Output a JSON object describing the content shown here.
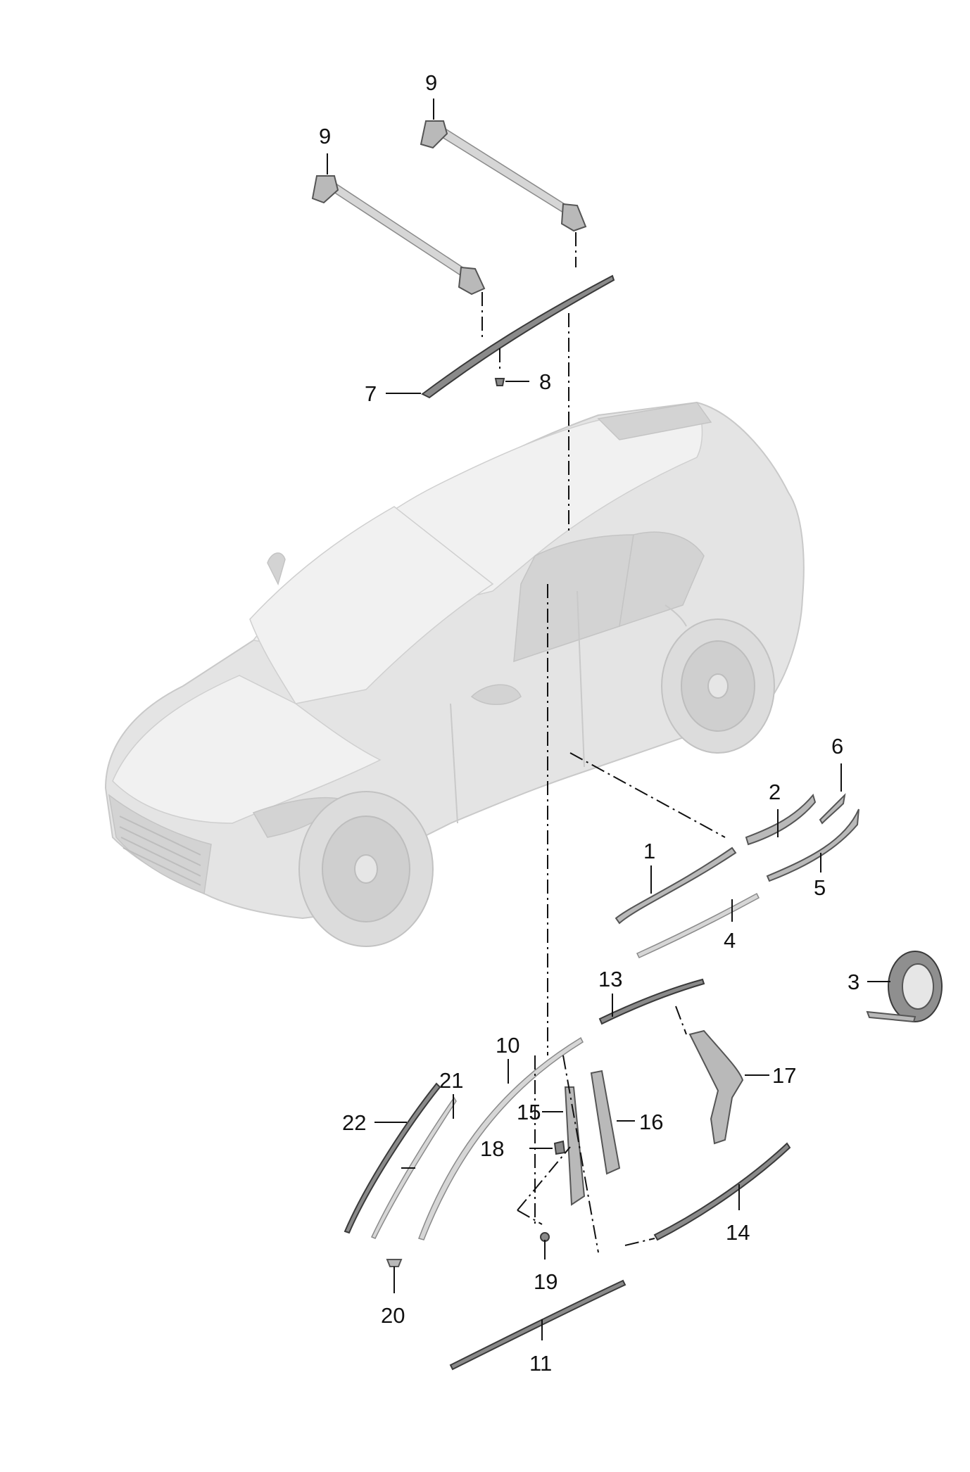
{
  "callouts": [
    {
      "id": "1",
      "text": "1"
    },
    {
      "id": "2",
      "text": "2"
    },
    {
      "id": "3",
      "text": "3"
    },
    {
      "id": "4",
      "text": "4"
    },
    {
      "id": "5",
      "text": "5"
    },
    {
      "id": "6",
      "text": "6"
    },
    {
      "id": "7",
      "text": "7"
    },
    {
      "id": "8",
      "text": "8"
    },
    {
      "id": "9a",
      "text": "9"
    },
    {
      "id": "9b",
      "text": "9"
    },
    {
      "id": "10",
      "text": "10"
    },
    {
      "id": "11",
      "text": "11"
    },
    {
      "id": "13",
      "text": "13"
    },
    {
      "id": "14",
      "text": "14"
    },
    {
      "id": "15",
      "text": "15"
    },
    {
      "id": "16",
      "text": "16"
    },
    {
      "id": "17",
      "text": "17"
    },
    {
      "id": "18",
      "text": "18"
    },
    {
      "id": "19",
      "text": "19"
    },
    {
      "id": "20",
      "text": "20"
    },
    {
      "id": "21",
      "text": "21"
    },
    {
      "id": "22",
      "text": "22"
    }
  ]
}
